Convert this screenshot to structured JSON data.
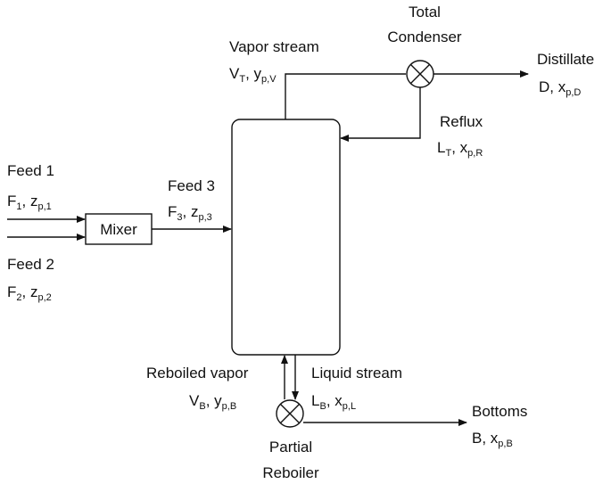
{
  "diagram": {
    "feed1": {
      "title": "Feed 1",
      "var_main": "F",
      "sub_main": "1",
      "var_comp": "z",
      "sub_comp": "p,1"
    },
    "feed2": {
      "title": "Feed 2",
      "var_main": "F",
      "sub_main": "2",
      "var_comp": "z",
      "sub_comp": "p,2"
    },
    "feed3": {
      "title": "Feed 3",
      "var_main": "F",
      "sub_main": "3",
      "var_comp": "z",
      "sub_comp": "p,3"
    },
    "mixer": {
      "title": "Mixer"
    },
    "vapor_stream": {
      "title": "Vapor stream",
      "var_main": "V",
      "sub_main": "T",
      "var_comp": "y",
      "sub_comp": "p,V"
    },
    "condenser": {
      "title_line1": "Total",
      "title_line2": "Condenser"
    },
    "distillate": {
      "title": "Distillate",
      "var_main": "D",
      "var_comp": "x",
      "sub_comp": "p,D"
    },
    "reflux": {
      "title": "Reflux",
      "var_main": "L",
      "sub_main": "T",
      "var_comp": "x",
      "sub_comp": "p,R"
    },
    "reboiled_vapor": {
      "title": "Reboiled vapor",
      "var_main": "V",
      "sub_main": "B",
      "var_comp": "y",
      "sub_comp": "p,B"
    },
    "liquid_stream": {
      "title": "Liquid stream",
      "var_main": "L",
      "sub_main": "B",
      "var_comp": "x",
      "sub_comp": "p,L"
    },
    "reboiler": {
      "title_line1": "Partial",
      "title_line2": "Reboiler"
    },
    "bottoms": {
      "title": "Bottoms",
      "var_main": "B",
      "var_comp": "x",
      "sub_comp": "p,B"
    },
    "comma": ", "
  },
  "colors": {
    "stroke": "#111111",
    "background": "#ffffff"
  }
}
